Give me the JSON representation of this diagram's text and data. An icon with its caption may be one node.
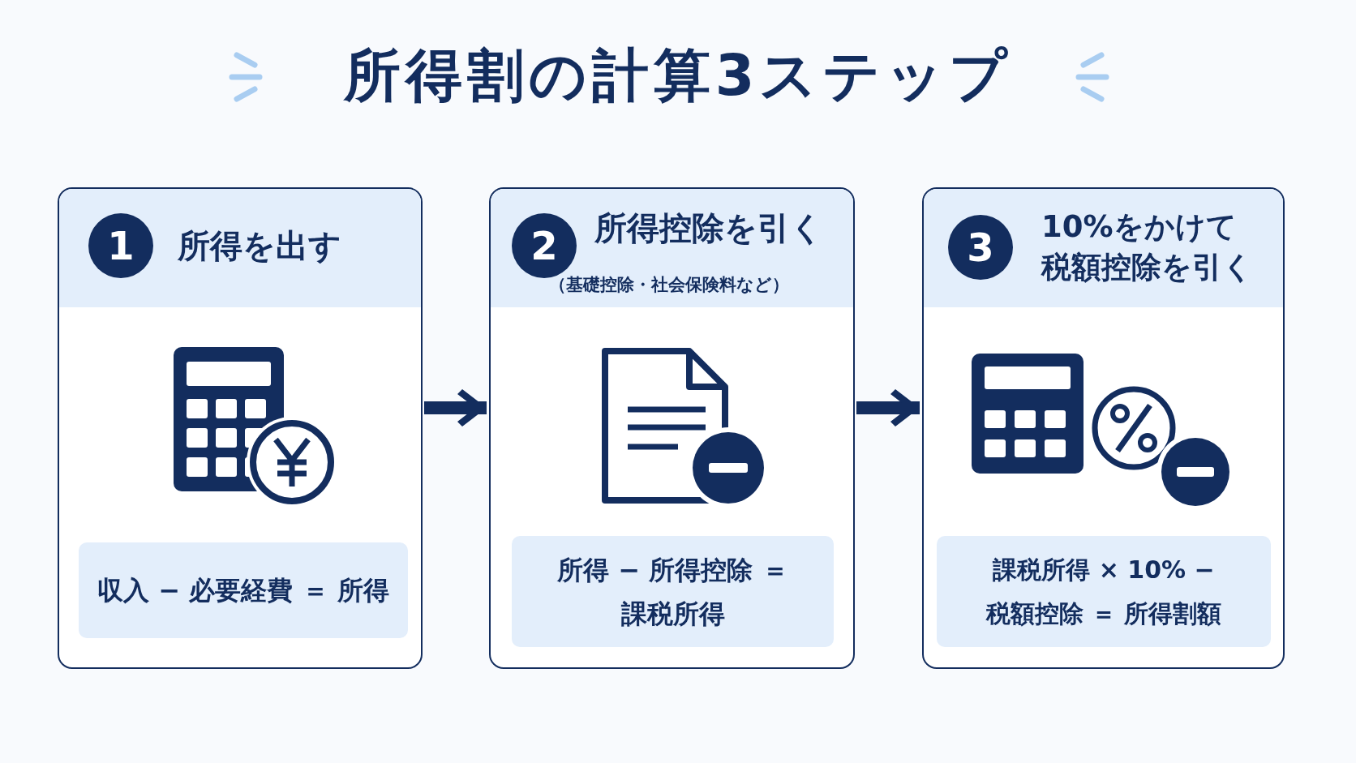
{
  "diagram": {
    "title": "所得割の計算3ステップ",
    "nodes": [
      {
        "text": [],
        "shape": "box"
      },
      {
        "text": [
          "1",
          "所得を出す"
        ],
        "in": 0
      },
      {
        "text": [
          "収入 − 必要経費 ＝ 所得"
        ],
        "in": 0
      },
      {
        "text": [],
        "shape": "box"
      },
      {
        "text": [
          "2",
          "所得控除を引く",
          "（基礎控除・社会保険料など）"
        ],
        "in": 3
      },
      {
        "text": [
          "所得 − 所得控除 ＝課税所得"
        ],
        "in": 3
      },
      {
        "text": [],
        "shape": "box"
      },
      {
        "text": [
          "3",
          "10%をかけて税額控除を引く"
        ],
        "in": 6
      },
      {
        "text": [
          "課税所得 × 10% −税額控除 ＝ 所得割額"
        ],
        "in": 6
      }
    ],
    "edges": [
      {
        "from": 0,
        "to": 3,
        "arrow": "to"
      },
      {
        "from": 3,
        "to": 6,
        "arrow": "to"
      }
    ]
  }
}
